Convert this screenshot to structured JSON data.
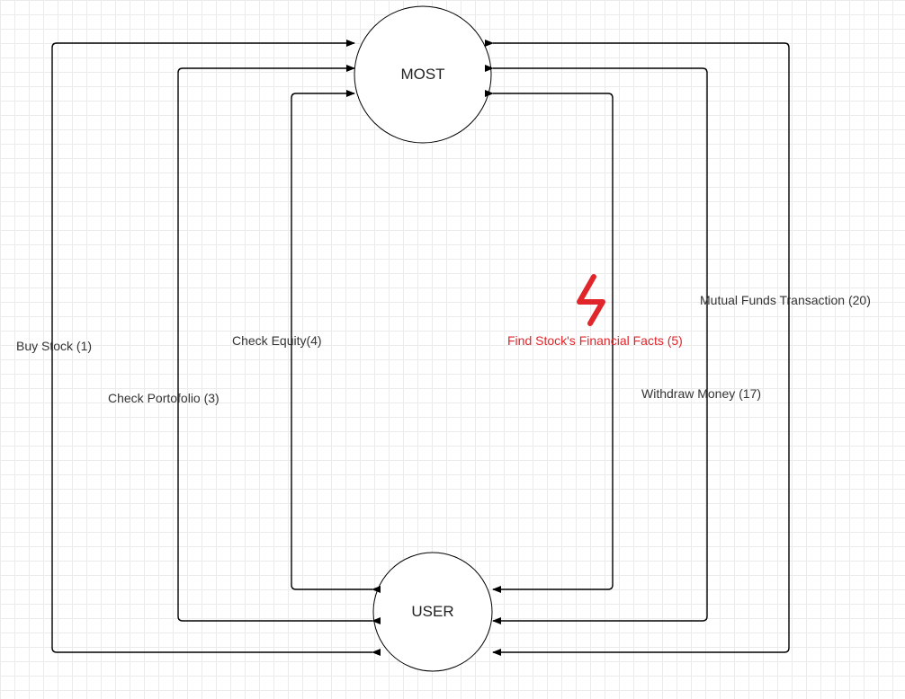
{
  "diagram": {
    "nodes": {
      "most": {
        "label": "MOST"
      },
      "user": {
        "label": "USER"
      }
    },
    "edges": {
      "buy_stock": {
        "label": "Buy Stock (1)"
      },
      "check_portfolio": {
        "label": "Check Portofolio (3)"
      },
      "check_equity": {
        "label": "Check Equity(4)"
      },
      "find_facts": {
        "label": "Find Stock's Financial Facts (5)"
      },
      "withdraw_money": {
        "label": "Withdraw Money (17)"
      },
      "mutual_funds": {
        "label": "Mutual Funds Transaction (20)"
      }
    },
    "colors": {
      "line": "#000000",
      "highlight": "#e0262b"
    },
    "marker_icon": "lightning-mark-icon"
  }
}
